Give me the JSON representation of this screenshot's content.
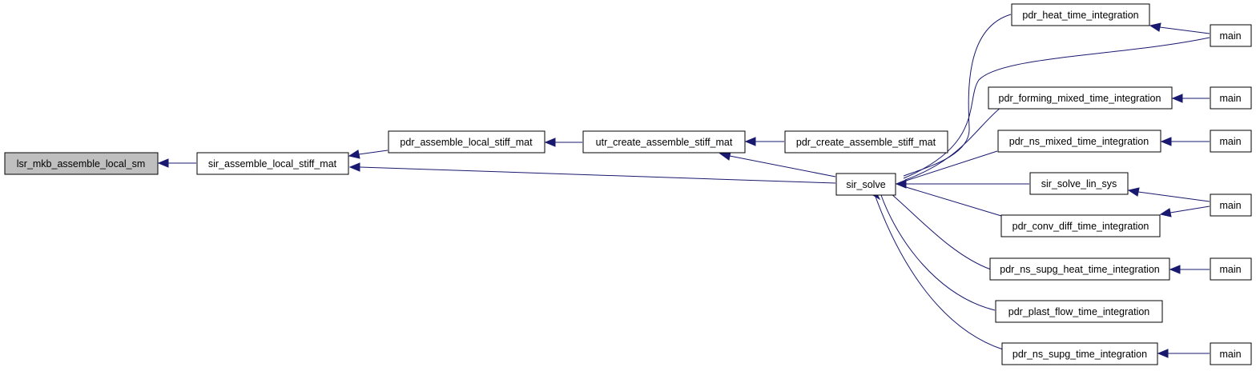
{
  "graph": {
    "colors": {
      "edge": "#191970",
      "node_border": "#000000",
      "node_fill": "#ffffff",
      "root_fill": "#bfbfbf"
    },
    "nodes": {
      "lsr": {
        "label": "lsr_mkb_assemble_local_sm"
      },
      "sir_asm": {
        "label": "sir_assemble_local_stiff_mat"
      },
      "pdr_asm": {
        "label": "pdr_assemble_local_stiff_mat"
      },
      "utr": {
        "label": "utr_create_assemble_stiff_mat"
      },
      "pdr_cre": {
        "label": "pdr_create_assemble_stiff_mat"
      },
      "sir_solve": {
        "label": "sir_solve"
      },
      "heat": {
        "label": "pdr_heat_time_integration"
      },
      "forming": {
        "label": "pdr_forming_mixed_time_integration"
      },
      "ns_mixed": {
        "label": "pdr_ns_mixed_time_integration"
      },
      "lin_sys": {
        "label": "sir_solve_lin_sys"
      },
      "conv": {
        "label": "pdr_conv_diff_time_integration"
      },
      "supg_heat": {
        "label": "pdr_ns_supg_heat_time_integration"
      },
      "plast": {
        "label": "pdr_plast_flow_time_integration"
      },
      "supg": {
        "label": "pdr_ns_supg_time_integration"
      },
      "main1": {
        "label": "main"
      },
      "main2": {
        "label": "main"
      },
      "main3": {
        "label": "main"
      },
      "main4": {
        "label": "main"
      },
      "main5": {
        "label": "main"
      },
      "main6": {
        "label": "main"
      }
    }
  }
}
